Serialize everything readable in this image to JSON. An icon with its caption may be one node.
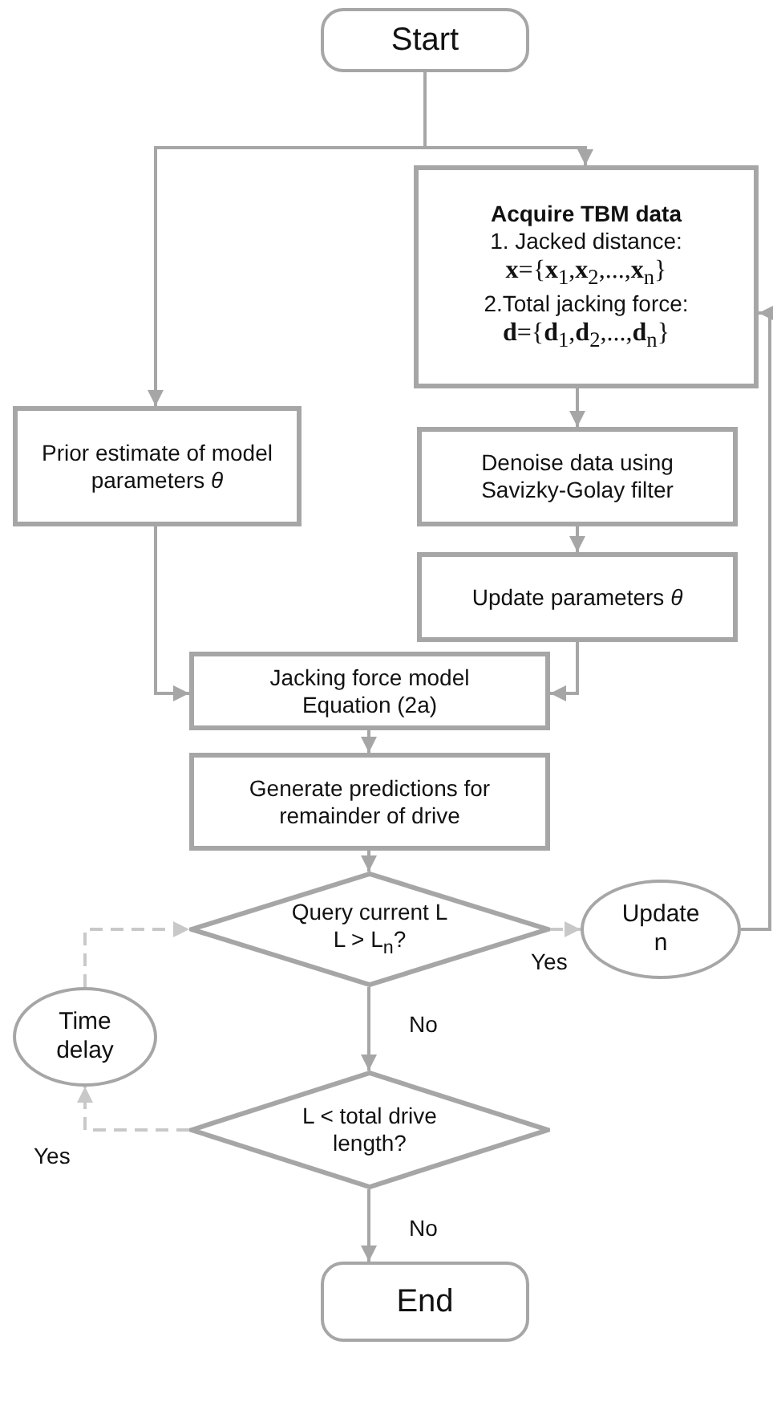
{
  "diagram": {
    "nodes": [
      {
        "text": [
          "Start"
        ]
      },
      {
        "text": [
          "Acquire TBM data",
          "1. Jacked distance:",
          "**x**={**x**$_{1}$,**x**$_{2}$,...,**x**$_{n}$}",
          "2.Total jacking force:",
          "**d**={**d**$_{1}$,**d**$_{2}$,...,**d**$_{n}$}"
        ]
      },
      {
        "text": [
          "Prior estimate of model parameters *θ*"
        ]
      },
      {
        "text": [
          "Denoise data using Savizky-Golay filter"
        ]
      },
      {
        "text": [
          "Update parameters *θ*"
        ]
      },
      {
        "text": [
          "Jacking force model Equation (2a)"
        ]
      },
      {
        "text": [
          "Generate predictions for remainder of drive"
        ]
      },
      {
        "text": [
          "Query current L",
          "L > L$_{n}$?"
        ]
      },
      {
        "text": [
          "Update n"
        ]
      },
      {
        "text": [
          "Time delay"
        ]
      },
      {
        "text": [
          "L < total drive length?"
        ]
      },
      {
        "text": [
          "End"
        ]
      }
    ],
    "edges": [
      {
        "from": 0,
        "to": 2,
        "arrow": "to"
      },
      {
        "from": 0,
        "to": 1,
        "arrow": "to"
      },
      {
        "from": 1,
        "to": 3,
        "arrow": "to"
      },
      {
        "from": 3,
        "to": 4,
        "arrow": "to"
      },
      {
        "from": 2,
        "to": 5,
        "arrow": "to"
      },
      {
        "from": 4,
        "to": 5,
        "arrow": "to"
      },
      {
        "from": 5,
        "to": 6,
        "arrow": "to"
      },
      {
        "from": 6,
        "to": 7,
        "arrow": "to"
      },
      {
        "from": 7,
        "to": 8,
        "arrow": "to",
        "label": "Yes",
        "style": "dashed",
        "color": "#c8c8c8"
      },
      {
        "from": 8,
        "to": 1,
        "arrow": "to"
      },
      {
        "from": 7,
        "to": 10,
        "arrow": "to",
        "label": "No"
      },
      {
        "from": 10,
        "to": 9,
        "arrow": "to",
        "label": "Yes",
        "style": "dashed",
        "color": "#c8c8c8"
      },
      {
        "from": 9,
        "to": 7,
        "arrow": "to",
        "style": "dashed",
        "color": "#c8c8c8"
      },
      {
        "from": 10,
        "to": 11,
        "arrow": "to",
        "label": "No"
      }
    ]
  }
}
